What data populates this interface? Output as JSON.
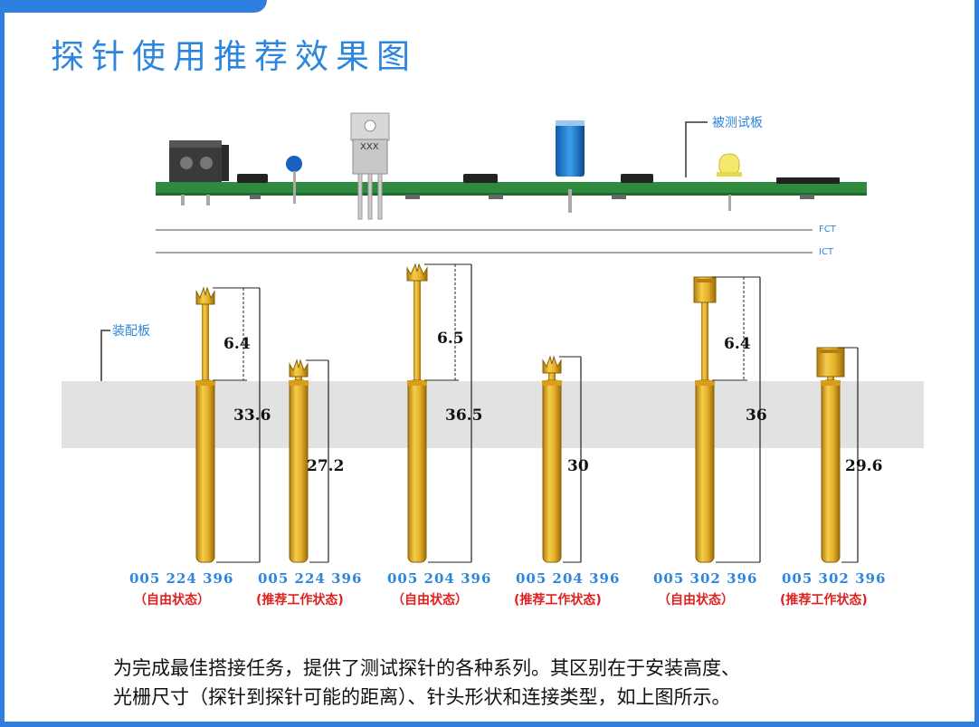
{
  "header": {
    "title": "探针使用推荐效果图"
  },
  "board": {
    "label": "被测试板",
    "chip_text": "XXX"
  },
  "lines": {
    "fct": "FCT",
    "ict": "ICT"
  },
  "plate": {
    "label": "装配板"
  },
  "probes": [
    {
      "part_number": "005 224 396",
      "status": "（自由状态）",
      "tip_length": "6.4",
      "total_length": "33.6"
    },
    {
      "part_number": "005 224 396",
      "status": "(推荐工作状态)",
      "tip_length": "",
      "total_length": "27.2"
    },
    {
      "part_number": "005 204 396",
      "status": "（自由状态）",
      "tip_length": "6.5",
      "total_length": "36.5"
    },
    {
      "part_number": "005 204 396",
      "status": "(推荐工作状态)",
      "tip_length": "",
      "total_length": "30"
    },
    {
      "part_number": "005 302 396",
      "status": "（自由状态）",
      "tip_length": "6.4",
      "total_length": "36"
    },
    {
      "part_number": "005 302 396",
      "status": "(推荐工作状态)",
      "tip_length": "",
      "total_length": "29.6"
    }
  ],
  "description": {
    "line1": "为完成最佳搭接任务，提供了测试探针的各种系列。其区别在于安装高度、",
    "line2": "光栅尺寸（探针到探针可能的距离）、针头形状和连接类型，如上图所示。"
  },
  "colors": {
    "accent": "#2d86de",
    "pcb": "#2e8b3e",
    "probe": "#d9a520",
    "status": "#e02020",
    "plate": "#e2e2e2"
  }
}
